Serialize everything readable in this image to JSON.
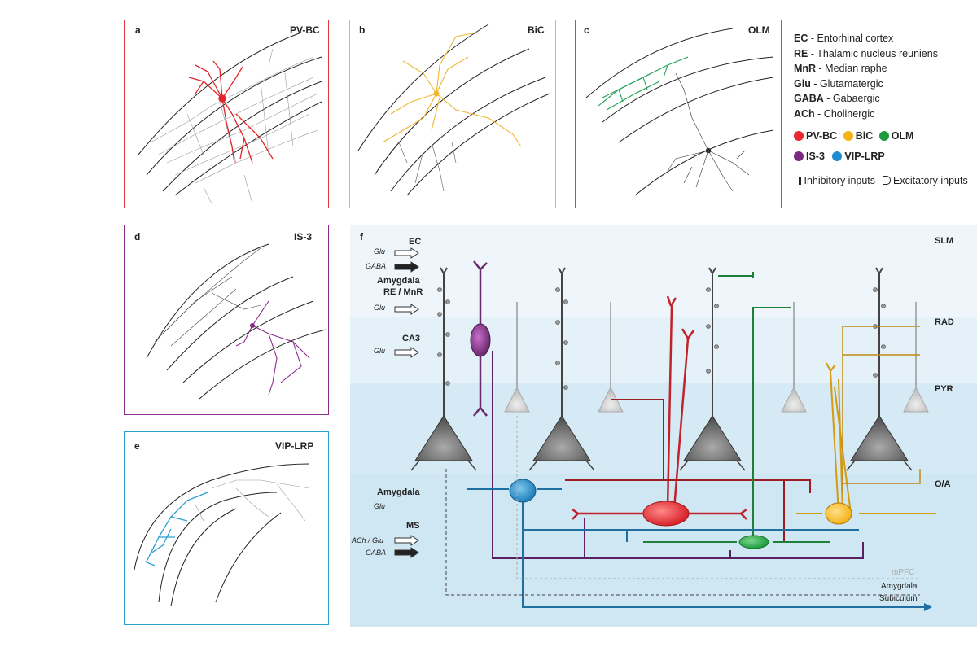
{
  "panels": [
    {
      "letter": "a",
      "title": "PV-BC",
      "color": "#e03a3e"
    },
    {
      "letter": "b",
      "title": "BiC",
      "color": "#f0b62e"
    },
    {
      "letter": "c",
      "title": "OLM",
      "color": "#20a050"
    },
    {
      "letter": "d",
      "title": "IS-3",
      "color": "#8b2c8b"
    },
    {
      "letter": "e",
      "title": "VIP-LRP",
      "color": "#2a9fd0"
    },
    {
      "letter": "f",
      "title": ""
    }
  ],
  "legend": {
    "abbrev": [
      {
        "key": "EC",
        "desc": " - Entorhinal cortex"
      },
      {
        "key": "RE",
        "desc": " - Thalamic nucleus reuniens"
      },
      {
        "key": "MnR",
        "desc": " - Median raphe"
      },
      {
        "key": "Glu",
        "desc": " - Glutamatergic"
      },
      {
        "key": "GABA",
        "desc": " - Gabaergic"
      },
      {
        "key": "ACh",
        "desc": " - Cholinergic"
      }
    ],
    "cells_row1": [
      {
        "label": "PV-BC",
        "color": "#e8272f"
      },
      {
        "label": "BiC",
        "color": "#f5b318"
      },
      {
        "label": "OLM",
        "color": "#1e9b3e"
      }
    ],
    "cells_row2": [
      {
        "label": "IS-3",
        "color": "#7b2a82"
      },
      {
        "label": "VIP-LRP",
        "color": "#1f8ccf"
      }
    ],
    "inhibitory": "Inhibitory inputs",
    "excitatory": "Excitatory inputs"
  },
  "layers": [
    "SLM",
    "RAD",
    "PYR",
    "O/A"
  ],
  "inputs": {
    "ec": "EC",
    "ec_glu": "Glu",
    "ec_gaba": "GABA",
    "amyg_re": "Amygdala",
    "re_mnr": "RE / MnR",
    "amyg_re_glu": "Glu",
    "ca3": "CA3",
    "ca3_glu": "Glu",
    "amygdala": "Amygdala",
    "amygdala_glu": "Glu",
    "ms": "MS",
    "ms_achglu": "ACh / Glu",
    "ms_gaba": "GABA"
  },
  "outputs": {
    "mpfc": "mPFC",
    "amygdala": "Amygdala",
    "subiculum": "Subiculum"
  },
  "colors": {
    "red": "#d8232a",
    "yellow": "#f5b318",
    "green": "#1e9b3e",
    "purple": "#6b2a6e",
    "blue": "#1f7fb8",
    "darkred": "#9b1c22",
    "pyr": "#555"
  }
}
